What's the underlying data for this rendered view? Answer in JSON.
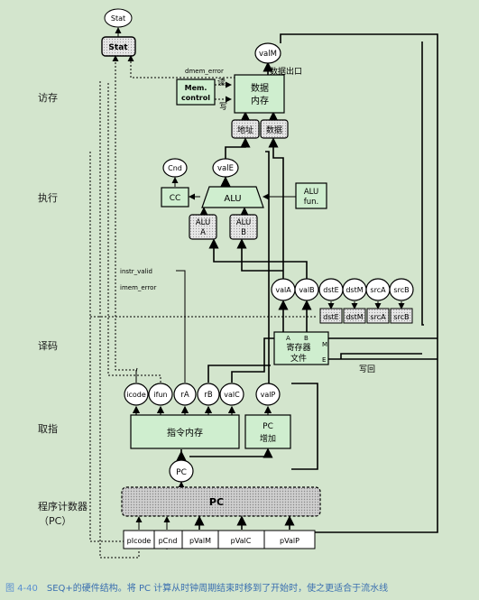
{
  "stages": {
    "memory": "访存",
    "execute": "执行",
    "decode": "译码",
    "fetch": "取指",
    "pc_line1": "程序计数器",
    "pc_line2": "（PC）"
  },
  "blocks": {
    "stat_out": "Stat",
    "stat": "Stat",
    "valM": "valM",
    "data_out": "数据出口",
    "dmem_error": "dmem_error",
    "mem_control_1": "Mem.",
    "mem_control_2": "control",
    "read": "读",
    "write": "写",
    "data_mem_1": "数据",
    "data_mem_2": "内存",
    "addr": "地址",
    "data": "数据",
    "cnd": "Cnd",
    "valE": "valE",
    "cc": "CC",
    "alu": "ALU",
    "alu_fun_1": "ALU",
    "alu_fun_2": "fun.",
    "alu_a_1": "ALU",
    "alu_a_2": "A",
    "alu_b_1": "ALU",
    "alu_b_2": "B",
    "instr_valid": "instr_valid",
    "imem_error": "imem_error",
    "reg_top": [
      "valA",
      "valB",
      "dstE",
      "dstM",
      "srcA",
      "srcB"
    ],
    "reg_bottom": [
      "dstE",
      "dstM",
      "srcA",
      "srcB"
    ],
    "regfile_A": "A",
    "regfile_B": "B",
    "regfile_1": "寄存器",
    "regfile_2": "文件",
    "regfile_M": "M",
    "regfile_E": "E",
    "writeback": "写回",
    "fetch_fields": [
      "icode",
      "ifun",
      "rA",
      "rB",
      "valC"
    ],
    "valP": "valP",
    "instr_mem": "指令内存",
    "pc_inc_1": "PC",
    "pc_inc_2": "增加",
    "pc_oval": "PC",
    "pc_reg": "PC",
    "pc_inputs": [
      "pIcode",
      "pCnd",
      "pValM",
      "pValC",
      "pValP"
    ]
  },
  "caption": {
    "figure": "图 4-40",
    "text": "SEQ+的硬件结构。将 PC 计算从时钟周期结束时移到了开始时，使之更适合于流水线"
  }
}
